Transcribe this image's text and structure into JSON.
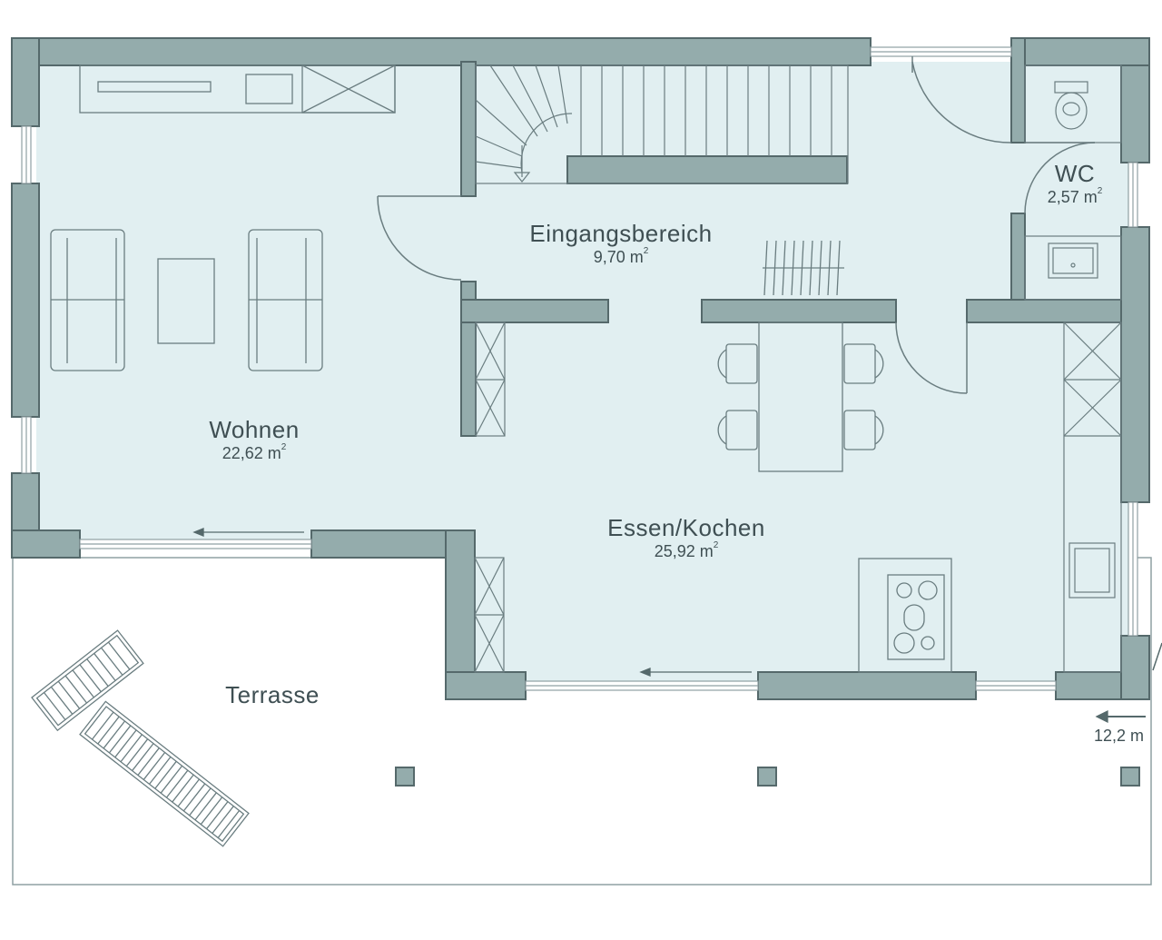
{
  "rooms": {
    "wohnen": {
      "name": "Wohnen",
      "area": "22,62 m"
    },
    "eingang": {
      "name": "Eingangsbereich",
      "area": "9,70 m"
    },
    "wc": {
      "name": "WC",
      "area": "2,57 m"
    },
    "essen": {
      "name": "Essen/Kochen",
      "area": "25,92 m"
    },
    "terrasse": {
      "name": "Terrasse"
    }
  },
  "area_unit_superscript": "2",
  "dimension": {
    "label": "12,2 m"
  },
  "colors": {
    "wall_fill": "#94acac",
    "wall_stroke": "#55696b",
    "floor": "#e1eff1",
    "line": "#6a7d80",
    "text": "#3f4f53"
  }
}
